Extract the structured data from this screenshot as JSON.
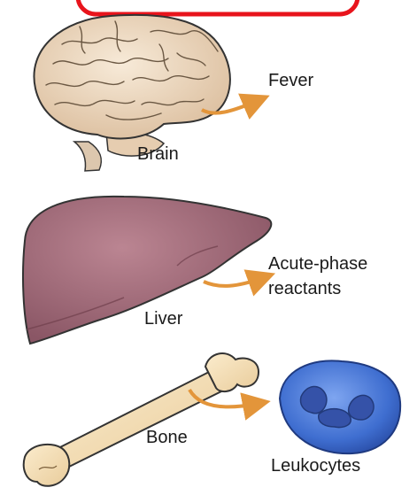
{
  "organs": {
    "brain": {
      "label": "Brain",
      "effect": "Fever"
    },
    "liver": {
      "label": "Liver",
      "effect_line1": "Acute-phase",
      "effect_line2": "reactants"
    },
    "bone": {
      "label": "Bone",
      "effect": "Leukocytes"
    }
  },
  "colors": {
    "highlight_frame": "#e8141c",
    "arrow": "#e3953a",
    "brain": "#efdcc4",
    "liver": "#a97180",
    "bone": "#f6e1bc",
    "leukocyte": "#4d7bd7"
  }
}
